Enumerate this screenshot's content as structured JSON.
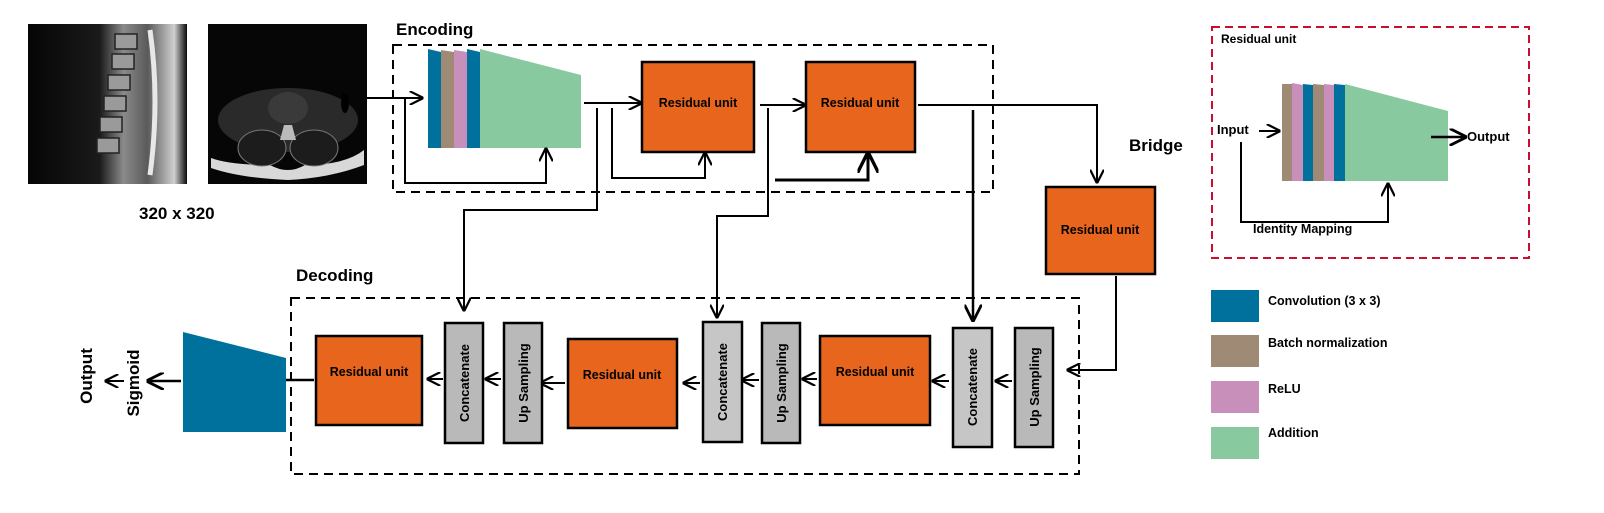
{
  "colors": {
    "convolution": "#00709d",
    "batch_norm": "#9f8a76",
    "relu": "#c98fbb",
    "addition": "#89c9a0",
    "residual_unit": "#e8651e",
    "gray_block": "#b9b9b9",
    "detail_border": "#c8102e"
  },
  "input": {
    "images": [
      {
        "name": "sagittal-mri",
        "description": "Sagittal lumbar spine MRI"
      },
      {
        "name": "axial-mri",
        "description": "Axial lumbar spine MRI"
      }
    ],
    "size_label": "320 x 320"
  },
  "encoding": {
    "title": "Encoding",
    "first_block_layers": [
      "convolution",
      "batch_norm",
      "relu",
      "convolution",
      "addition"
    ],
    "units": [
      "Residual unit",
      "Residual unit"
    ]
  },
  "bridge": {
    "title": "Bridge",
    "unit": "Residual unit"
  },
  "decoding": {
    "title": "Decoding",
    "stages": [
      {
        "up_sampling": "Up Sampling",
        "concatenate": "Concatenate",
        "unit": "Residual unit"
      },
      {
        "up_sampling": "Up Sampling",
        "concatenate": "Concatenate",
        "unit": "Residual unit"
      },
      {
        "up_sampling": "Up Sampling",
        "concatenate": "Concatenate",
        "unit": "Residual unit"
      }
    ]
  },
  "output": {
    "activation": "Sigmoid",
    "label": "Output"
  },
  "residual_unit_detail": {
    "title": "Residual unit",
    "input_label": "Input",
    "output_label": "Output",
    "skip_label": "Identity Mapping",
    "layers": [
      "batch_norm",
      "relu",
      "convolution",
      "batch_norm",
      "relu",
      "convolution",
      "addition"
    ]
  },
  "legend": [
    {
      "key": "convolution",
      "label": "Convolution (3 x 3)"
    },
    {
      "key": "batch_norm",
      "label": "Batch normalization"
    },
    {
      "key": "relu",
      "label": "ReLU"
    },
    {
      "key": "addition",
      "label": "Addition"
    }
  ]
}
